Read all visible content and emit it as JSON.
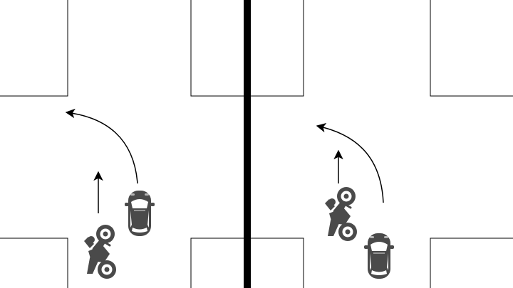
{
  "diagram": {
    "panels": [
      {
        "id": "left",
        "vehicles": [
          {
            "kind": "motorcycle",
            "heading": "north",
            "motion": "straight"
          },
          {
            "kind": "car",
            "heading": "north",
            "motion": "left-turn"
          }
        ]
      },
      {
        "id": "right",
        "vehicles": [
          {
            "kind": "motorcycle",
            "heading": "north",
            "motion": "straight"
          },
          {
            "kind": "car",
            "heading": "north",
            "motion": "left-turn"
          }
        ]
      }
    ],
    "colors": {
      "background": "#ffffff",
      "kerb_lines": "#000000",
      "divider": "#000000",
      "arrows": "#000000",
      "vehicle_body": "#4a4a4a",
      "vehicle_glass": "#ffffff"
    }
  }
}
